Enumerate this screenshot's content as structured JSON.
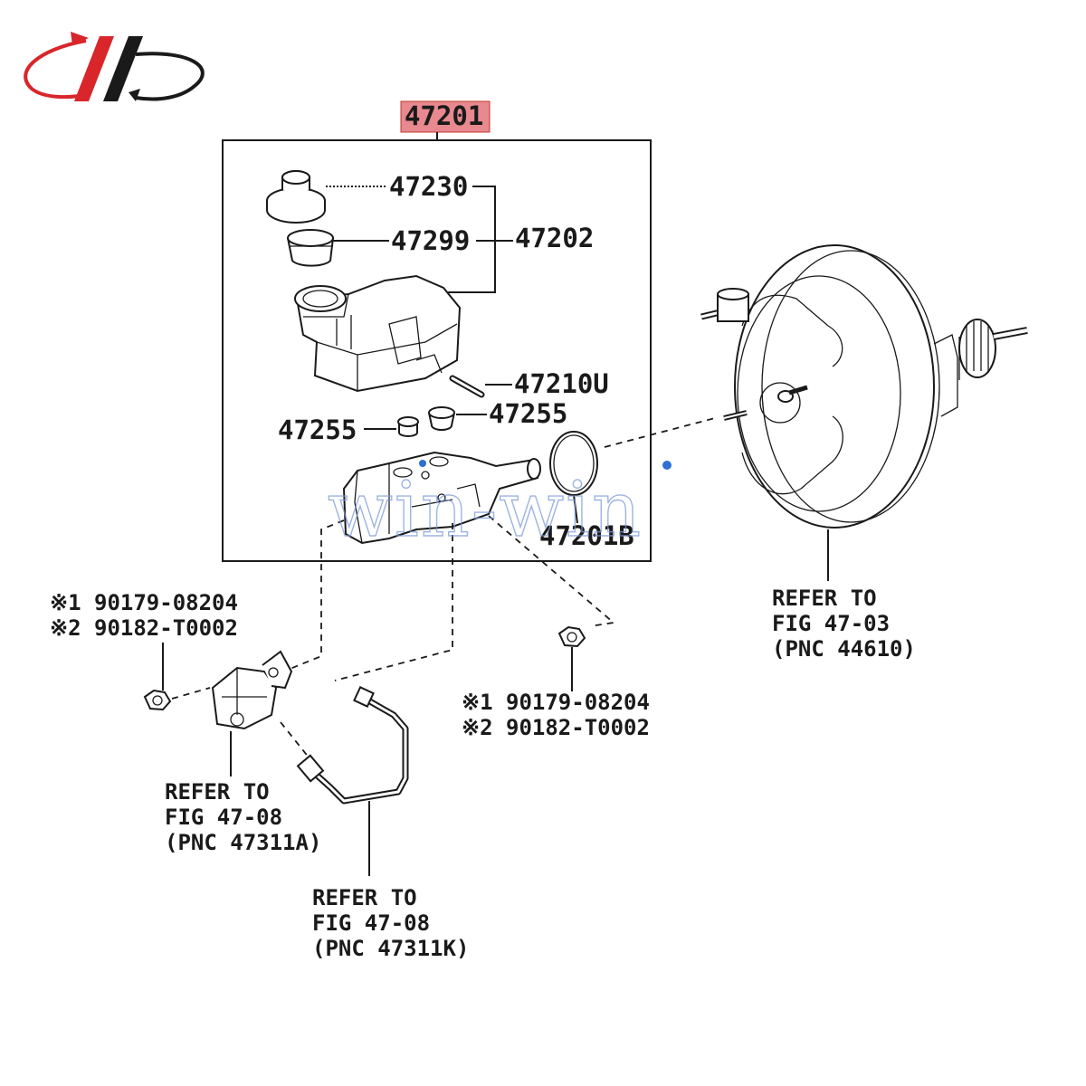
{
  "brand": {
    "logo_color_red": "#d8262b",
    "logo_color_dark": "#1a1a1a"
  },
  "highlight_color": "#e8888f",
  "watermark_text": "win-win",
  "labels": {
    "main_part": "47201",
    "cap": "47230",
    "strainer": "47299",
    "reservoir": "47202",
    "pin": "47210U",
    "grommet_left": "47255",
    "grommet_right": "47255",
    "oring": "47201B",
    "nut_left_1": "※1 90179-08204",
    "nut_left_2": "※2 90182-T0002",
    "nut_right_1": "※1 90179-08204",
    "nut_right_2": "※2 90182-T0002",
    "ref_a_1": "REFER TO",
    "ref_a_2": "FIG 47-08",
    "ref_a_3": "(PNC 47311A)",
    "ref_k_1": "REFER TO",
    "ref_k_2": "FIG 47-08",
    "ref_k_3": "(PNC 47311K)",
    "ref_booster_1": "REFER TO",
    "ref_booster_2": "FIG 47-03",
    "ref_booster_3": "(PNC 44610)"
  }
}
